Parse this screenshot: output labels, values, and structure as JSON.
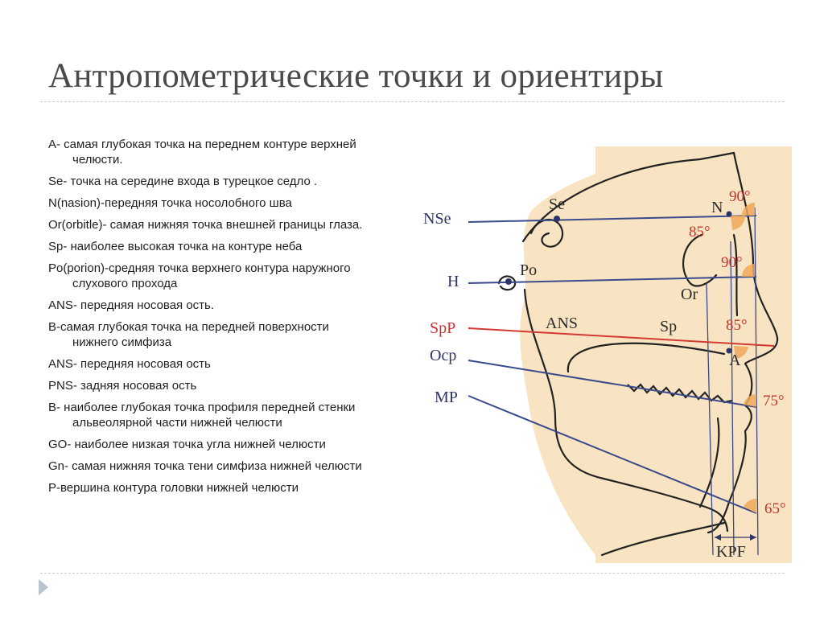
{
  "title": "Антропометрические точки и ориентиры",
  "definitions": [
    "А- самая глубокая точка на переднем контуре верхней челюсти.",
    "Se- точка на середине входа в турецкое седло .",
    "N(nasion)-передняя точка носолобного шва",
    "Or(orbitle)- самая нижняя точка внешней границы глаза.",
    "Sp- наиболее высокая точка на контуре неба",
    "Po(porion)-средняя точка верхнего контура наружного слухового прохода",
    "ANS- передняя носовая ость.",
    "B-самая глубокая точка на передней поверхности нижнего симфиза",
    "ANS- передняя носовая ость",
    "PNS- задняя носовая ость",
    "B- наиболее глубокая точка профиля передней стенки альвеолярной части нижней челюсти",
    "GO- наиболее низкая точка угла нижней челюсти",
    "Gn- самая нижняя точка тени симфиза нижней челюсти",
    "P-вершина контура головки нижней челюсти"
  ],
  "diagram": {
    "line_labels": {
      "nse": "NSe",
      "h": "H",
      "spp": "SpP",
      "ocp": "Ocp",
      "mp": "MP"
    },
    "point_labels": {
      "se": "Se",
      "n": "N",
      "po": "Po",
      "or": "Or",
      "ans": "ANS",
      "sp": "Sp",
      "a": "A"
    },
    "angles": {
      "a1": "90°",
      "a2": "85°",
      "a3": "90°",
      "a4": "85°",
      "a5": "75°",
      "a6": "65°"
    },
    "kpf": "KPF",
    "colors": {
      "skin": "#f8e4c2",
      "line": "#3a4a8c",
      "red": "#d23a32",
      "arc": "#f0a85a",
      "outline": "#222222"
    }
  }
}
